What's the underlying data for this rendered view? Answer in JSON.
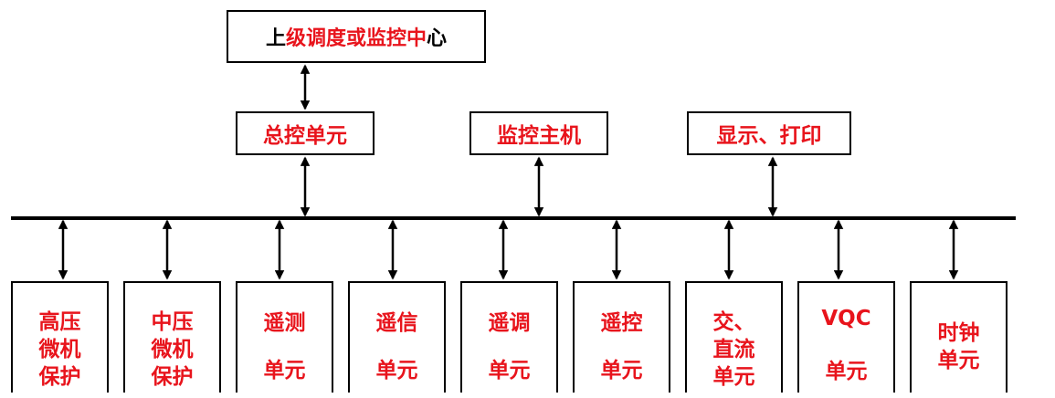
{
  "diagram": {
    "top": {
      "prefix": "上",
      "red_text": "级调度或监控中",
      "suffix": "心"
    },
    "mid": {
      "control": "总控单元",
      "monitor": "监控主机",
      "display": "显示、打印"
    },
    "units": [
      "高压\n微机\n保护",
      "中压\n微机\n保护",
      "遥测\n单元",
      "遥信\n单元",
      "遥调\n单元",
      "遥控\n单元",
      "交、\n直流\n单元",
      "VQC\n单元",
      "时钟\n单元"
    ],
    "colors": {
      "label_red": "#e8141c",
      "line": "#000000",
      "box_border": "#000000"
    }
  }
}
